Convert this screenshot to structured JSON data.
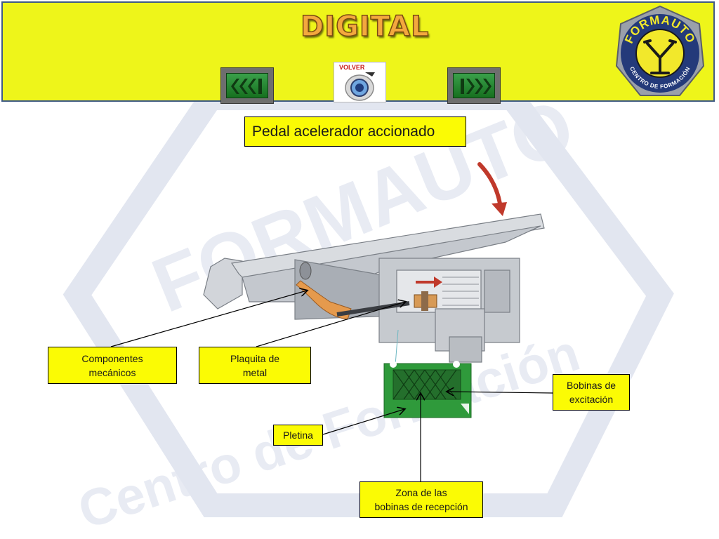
{
  "header": {
    "title": "DIGITAL",
    "volver_label": "VOLVER",
    "logo": {
      "line1": "FORMAUTO",
      "line2": "CENTRO DE FORMACIÓN"
    },
    "prev_icon": "triple-chevron-left-icon",
    "next_icon": "triple-chevron-right-icon"
  },
  "heading": "Pedal acelerador accionado",
  "labels": {
    "componentes": [
      "Componentes",
      "mecánicos"
    ],
    "plaquita": [
      "Plaquita de",
      "metal"
    ],
    "bobinas_excitacion": [
      "Bobinas de",
      "excitación"
    ],
    "pletina": "Pletina",
    "zona": [
      "Zona de las",
      "bobinas de recepción"
    ]
  },
  "watermark": {
    "line1": "FORMAUTO",
    "line2": "Centro de Formación"
  },
  "colors": {
    "header_bg": "#eef51a",
    "header_border": "#3f5a86",
    "title": "#f3a83e",
    "label_bg": "#fbfb04",
    "board_green": "#2f9a3b",
    "arrow_red": "#c0392b",
    "watermark": "#dfe3ef"
  }
}
